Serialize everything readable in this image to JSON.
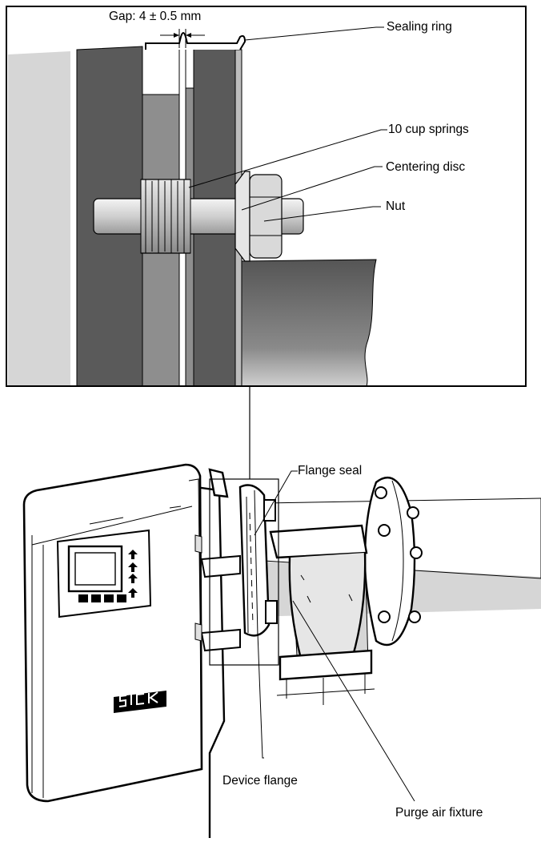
{
  "detail": {
    "gap_label": "Gap: 4 ± 0.5 mm",
    "labels": {
      "sealing_ring": "Sealing ring",
      "cup_springs": "10 cup springs",
      "centering_disc": "Centering disc",
      "nut": "Nut"
    }
  },
  "assembly": {
    "labels": {
      "flange_seal": "Flange seal",
      "device_flange": "Device flange",
      "purge_air_fixture": "Purge air fixture"
    },
    "brand_logo": "SICK",
    "icons": [
      "display-icon",
      "keypad-icon"
    ]
  },
  "colors": {
    "stroke": "#000000",
    "dark_gray": "#5a5a5a",
    "mid_gray": "#8e8e8e",
    "light_gray": "#d6d6d6",
    "panel_bg": "#ffffff"
  }
}
